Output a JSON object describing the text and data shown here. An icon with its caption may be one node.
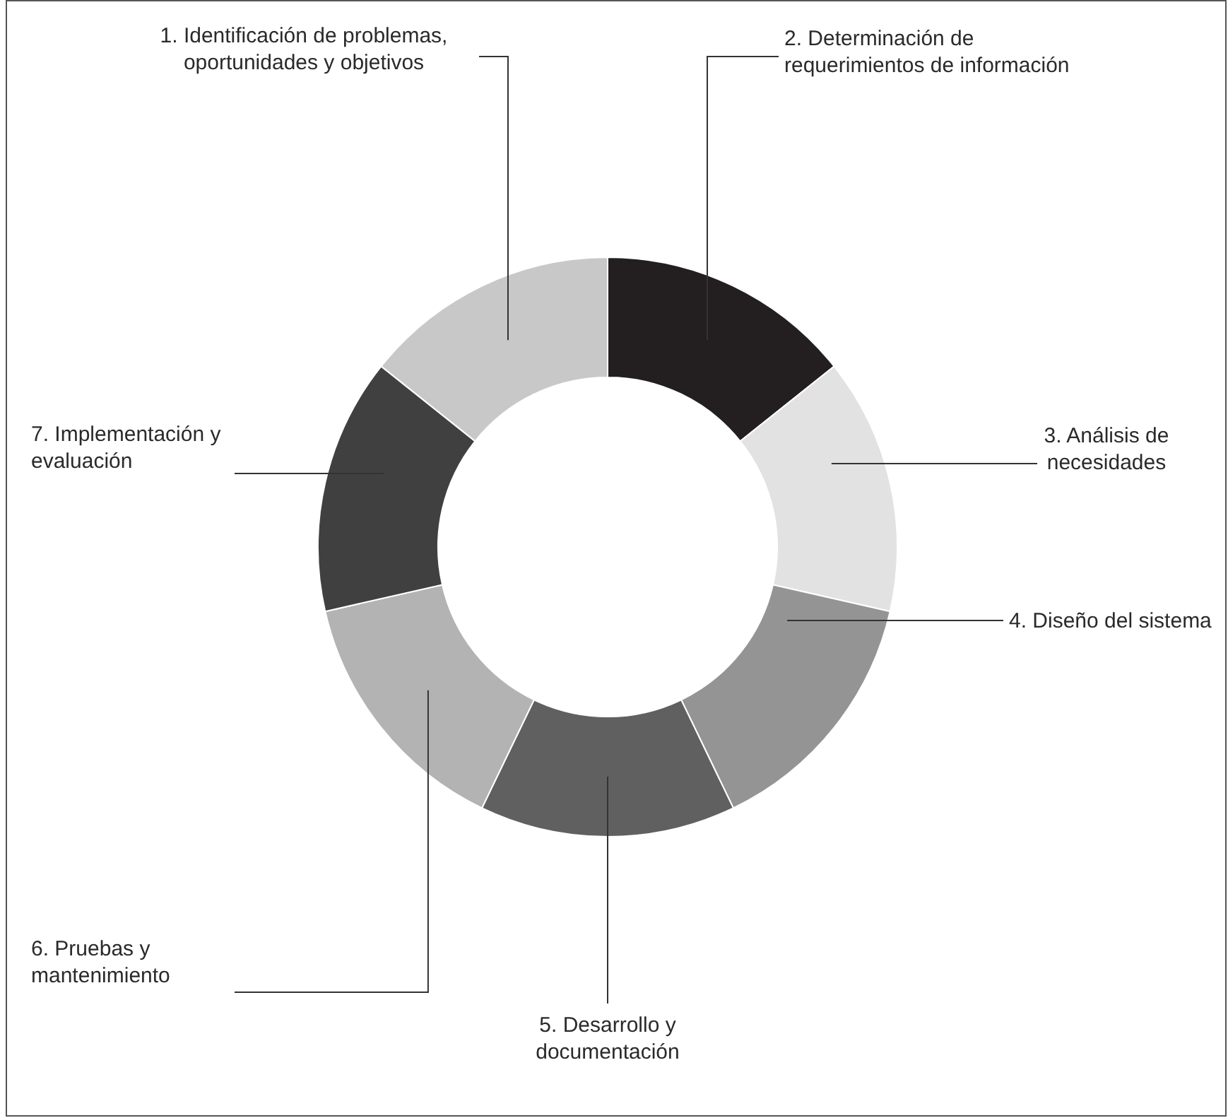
{
  "diagram": {
    "nodes": [
      {
        "text": [
          "1. Identificación de problemas, oportunidades y objetivos"
        ]
      },
      {
        "text": [
          "2. Determinación de requerimientos de información"
        ]
      },
      {
        "text": [
          "3. Análisis de necesidades"
        ]
      },
      {
        "text": [
          "4. Diseño del sistema"
        ]
      },
      {
        "text": [
          "5. Desarrollo y documentación"
        ]
      },
      {
        "text": [
          "6. Pruebas y mantenimiento"
        ]
      },
      {
        "text": [
          "7. Implementación y evaluación"
        ]
      },
      {
        "text": [],
        "shape": "segment"
      },
      {
        "text": [],
        "shape": "segment"
      },
      {
        "text": [],
        "shape": "segment"
      },
      {
        "text": [],
        "shape": "segment"
      },
      {
        "text": [],
        "shape": "segment"
      },
      {
        "text": [],
        "shape": "segment"
      },
      {
        "text": [],
        "shape": "segment"
      }
    ],
    "edges": [
      {
        "from": 0,
        "to": 7,
        "arrow": "none"
      },
      {
        "from": 1,
        "to": 8,
        "arrow": "none"
      },
      {
        "from": 2,
        "to": 9,
        "arrow": "none"
      },
      {
        "from": 3,
        "to": 10,
        "arrow": "none"
      },
      {
        "from": 4,
        "to": 11,
        "arrow": "none"
      },
      {
        "from": 5,
        "to": 12,
        "arrow": "none"
      },
      {
        "from": 6,
        "to": 13,
        "arrow": "none"
      }
    ]
  }
}
